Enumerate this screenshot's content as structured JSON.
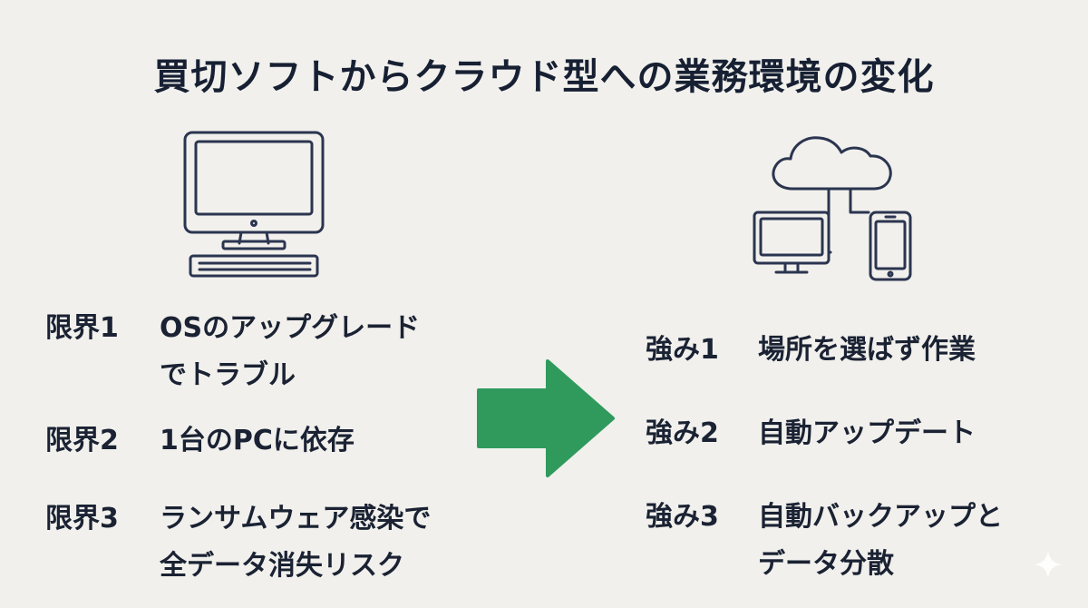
{
  "title": "買切ソフトからクラウド型への業務環境の変化",
  "left": {
    "items": [
      {
        "label": "限界1",
        "lines": [
          "OSのアップグレード",
          "でトラブル"
        ]
      },
      {
        "label": "限界2",
        "lines": [
          "1台のPCに依存"
        ]
      },
      {
        "label": "限界3",
        "lines": [
          "ランサムウェア感染で",
          "全データ消失リスク"
        ]
      }
    ]
  },
  "right": {
    "items": [
      {
        "label": "強み1",
        "lines": [
          "場所を選ばず作業"
        ]
      },
      {
        "label": "強み2",
        "lines": [
          "自動アップデート"
        ]
      },
      {
        "label": "強み3",
        "lines": [
          "自動バックアップと",
          "データ分散"
        ]
      }
    ]
  },
  "icons": {
    "left": "desktop-computer-icon",
    "right": "cloud-devices-icon",
    "arrow": "right-arrow-icon",
    "corner": "sparkle-icon"
  },
  "colors": {
    "background": "#f1f0ec",
    "text": "#1a2233",
    "arrow": "#2f9a5c",
    "icon_stroke": "#2b3550"
  }
}
